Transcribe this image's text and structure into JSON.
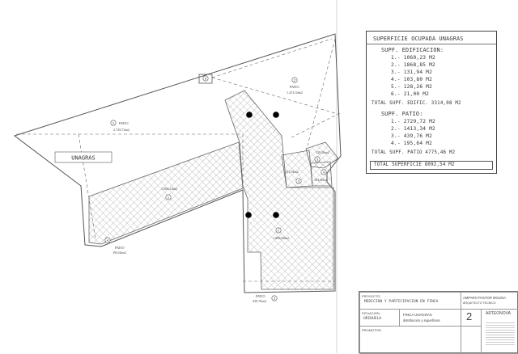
{
  "plan": {
    "label_unagras": "UNAGRAS",
    "patio_1_label": "PATIO",
    "patio_1_area": "2.729,72m2",
    "patio_1_num": "1",
    "patio_2_label": "PATIO",
    "patio_2_area": "1.413,34m2",
    "patio_2_num": "2",
    "patio_3_label": "PATIO",
    "patio_3_area": "439,76m2",
    "patio_3_num": "3",
    "patio_4_label": "PATIO",
    "patio_4_area": "195,64m2",
    "patio_4_num": "4",
    "bldg_1_area": "1.060,23m2",
    "bldg_1_num": "1",
    "bldg_2_area": "1.868,85m2",
    "bldg_2_num": "2",
    "bldg_3_area": "131,94m2",
    "bldg_3_num": "3",
    "bldg_4_area": "103,80m2",
    "bldg_4_num": "4",
    "bldg_5_area": "128,26m2",
    "bldg_5_num": "5",
    "bldg_6_num": "6"
  },
  "table": {
    "title": "SUPERFICIE OCUPADA UNAGRAS",
    "edif_heading": "SUPF. EDIFICACION:",
    "edif_rows": [
      "1.- 1060,23 M2",
      "2.- 1868,85 M2",
      "3.- 131,94 M2",
      "4.- 103,80 M2",
      "5.- 128,26 M2",
      "6.- 21,00 M2"
    ],
    "edif_total": "TOTAL SUPF. EDIFIC. 3314,08 M2",
    "patio_heading": "SUPF. PATIO:",
    "patio_rows": [
      "1.- 2729,72 M2",
      "2.- 1413,34 M2",
      "3.- 439,76 M2",
      "4.- 195,64 M2"
    ],
    "patio_total": "TOTAL SUPF. PATIO 4775,46 M2",
    "grand_total": "TOTAL SUPERFICIE 8092,54 M2"
  },
  "title_block": {
    "project_label": "PROYECTO:",
    "project_value": "MEDICION Y PARTICIPACION EN FINCA",
    "location_label": "SITUACION:",
    "location_value": "ORIHUELA",
    "content_value": "FINCA UNAGRAS",
    "content_sub": "distribucion y superficies",
    "owner_label": "PROMOTOR:",
    "author_name": "AMPARO PASTOR MOLINA",
    "author_sub": "ARQUITECTO TECNICO",
    "sheet_label": "ARTEONOVA",
    "sheet_number": "2"
  }
}
